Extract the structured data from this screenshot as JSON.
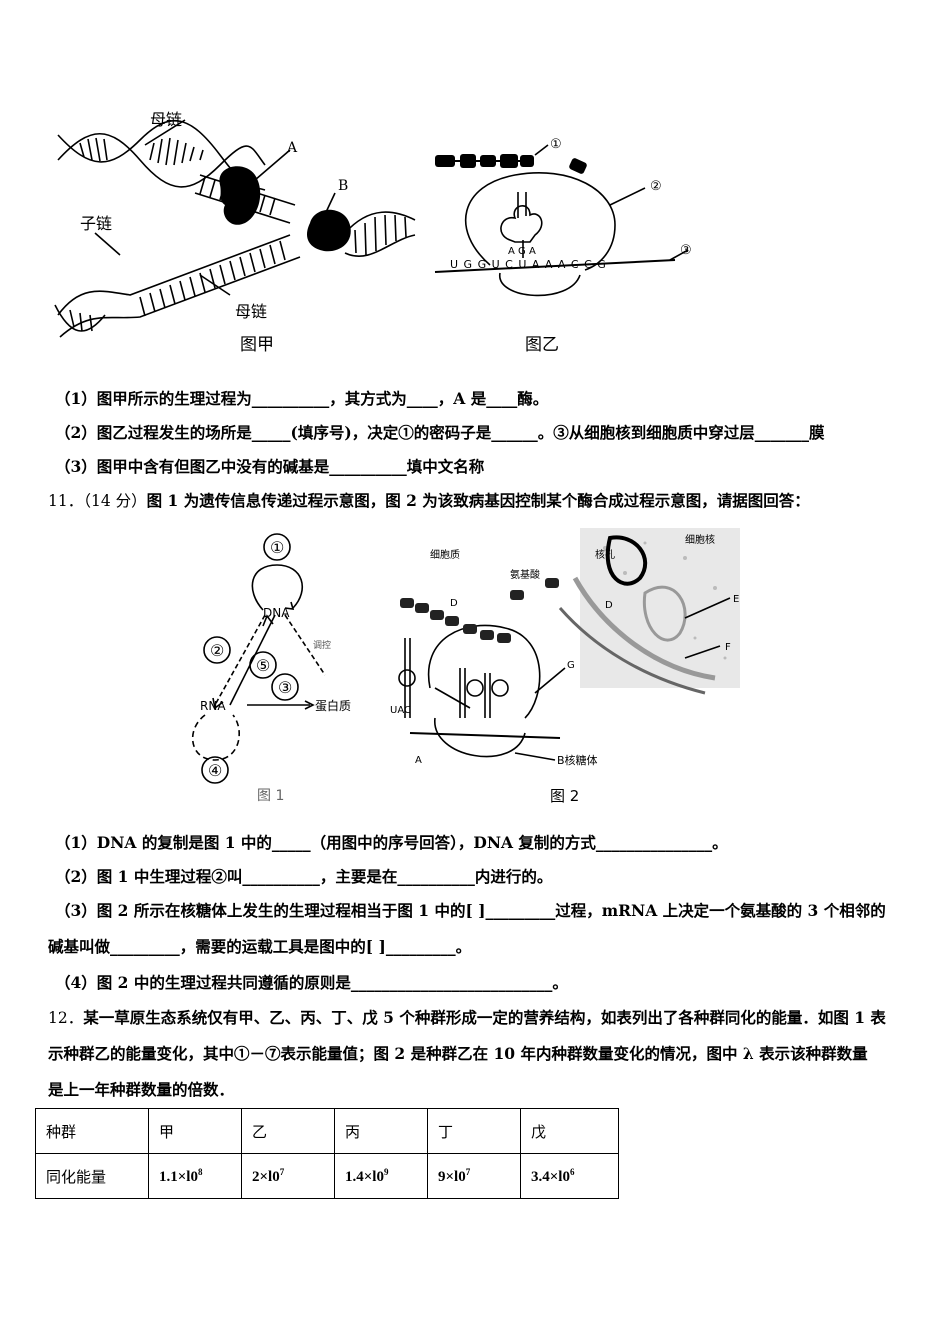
{
  "fig_a": {
    "labels": {
      "mother_top": "母链",
      "child": "子链",
      "mother_bottom": "母链",
      "a": "A",
      "b": "B"
    },
    "caption": "图甲"
  },
  "fig_b": {
    "labels": {
      "c1": "①",
      "c2": "②",
      "c3": "③",
      "anticodon": "A G A",
      "mrna": "U G G U C U A A A C C G"
    },
    "caption": "图乙"
  },
  "q10": {
    "p1": "（1）图甲所示的生理过程为__________，其方式为____，A 是____酶。",
    "p2": "（2）图乙过程发生的场所是_____(填序号)，决定①的密码子是______。③从细胞核到细胞质中穿过层_______膜",
    "p3": "（3）图甲中含有但图乙中没有的碱基是__________填中文名称"
  },
  "q11": {
    "intro_num": "11．（14 分）",
    "intro": "图 1 为遗传信息传递过程示意图，图 2 为该致病基因控制某个酶合成过程示意图，请据图回答：",
    "fig1": {
      "c1": "①",
      "c2": "②",
      "c3": "③",
      "c4": "④",
      "c5": "⑤",
      "dna": "DNA",
      "rna": "RNA",
      "protein": "蛋白质",
      "side": "调控",
      "caption": "图 1"
    },
    "fig2": {
      "cytoplasm": "细胞质",
      "amino": "氨基酸",
      "nucleus": "细胞核",
      "nucleus_label": "核孔",
      "d1": "D",
      "d2": "D",
      "e": "E",
      "f": "F",
      "g": "G",
      "uac": "UAC",
      "a": "A",
      "b": "B核糖体",
      "caption": "图 2"
    },
    "p1": "（1）DNA 的复制是图 1 中的_____（用图中的序号回答），DNA 复制的方式_______________。",
    "p2": "（2）图 1 中生理过程②叫__________，主要是在__________内进行的。",
    "p3a": "（3）图 2 所示在核糖体上发生的生理过程相当于图 1 中的[ ]_________过程，mRNA 上决定一个氨基酸的 3 个相邻的",
    "p3b": "碱基叫做_________，需要的运载工具是图中的[ ]_________。",
    "p4": "（4）图 2 中的生理过程共同遵循的原则是__________________________。"
  },
  "q12": {
    "l1_num": "12．",
    "l1": "某一草原生态系统仅有甲、乙、丙、丁、戊 5 个种群形成一定的营养结构，如表列出了各种群同化的能量．如图 1 表",
    "l2": "示种群乙的能量变化，其中①－⑦表示能量值；图 2 是种群乙在 10 年内种群数量变化的情况，图中 λ 表示该种群数量",
    "l3": "是上一年种群数量的倍数．",
    "table": {
      "header": [
        "种群",
        "甲",
        "乙",
        "丙",
        "丁",
        "戊"
      ],
      "row_label": "同化能量",
      "values": [
        {
          "base": "1.1×l0",
          "exp": "8"
        },
        {
          "base": "2×l0",
          "exp": "7"
        },
        {
          "base": "1.4×l0",
          "exp": "9"
        },
        {
          "base": "9×l0",
          "exp": "7"
        },
        {
          "base": "3.4×l0",
          "exp": "6"
        }
      ]
    }
  }
}
